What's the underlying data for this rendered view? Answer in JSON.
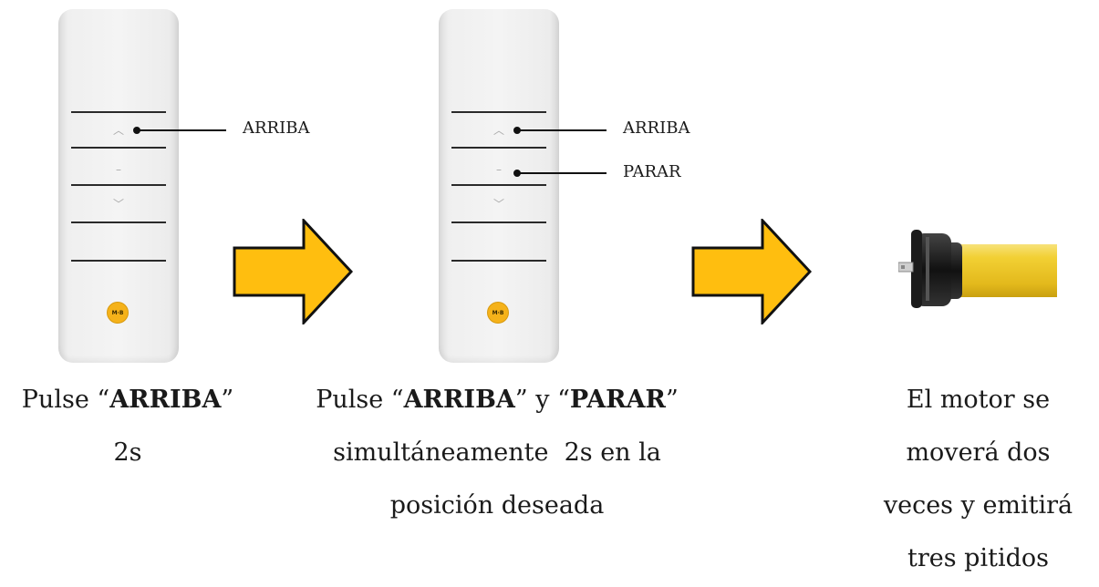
{
  "step1": {
    "callout_up": "ARRIBA",
    "caption": {
      "pre": "Pulse “",
      "bold1": "ARRIBA",
      "post": "”",
      "line2": "2s"
    }
  },
  "step2": {
    "callout_up": "ARRIBA",
    "callout_stop": "PARAR",
    "caption": {
      "pre": "Pulse “",
      "bold1": "ARRIBA",
      "mid": "” y “",
      "bold2": "PARAR",
      "post": "”",
      "line2": "simultáneamente  2s en la",
      "line3": "posición deseada"
    }
  },
  "step3": {
    "caption": {
      "line1": "El motor se",
      "line2": "moverá dos",
      "line3": "veces y emitirá",
      "line4": "tres pitidos"
    }
  },
  "remote": {
    "logo_text": "M·B",
    "up_symbol": "︿",
    "stop_symbol": "–",
    "down_symbol": "﹀"
  },
  "colors": {
    "arrow_fill": "#FFBE0F",
    "arrow_stroke": "#111111",
    "motor_tube": "#F2D034",
    "logo": "#F5B21A"
  },
  "icons": [
    "remote-control-icon",
    "arrow-right-icon",
    "tubular-motor-icon"
  ]
}
